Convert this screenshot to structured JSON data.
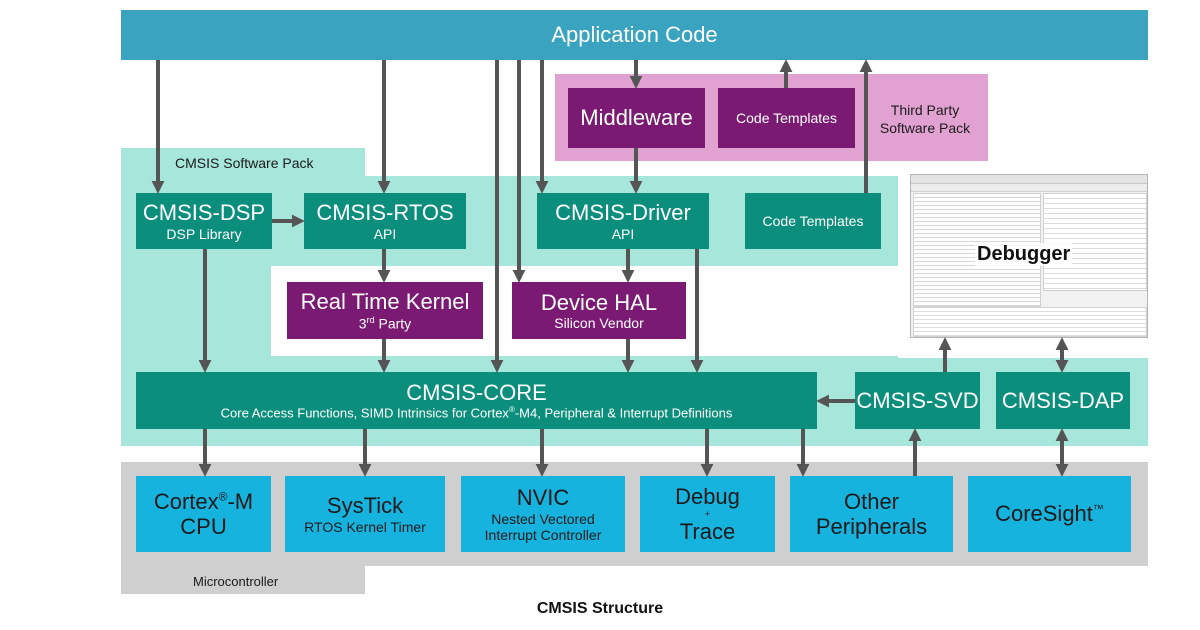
{
  "app_code": "Application Code",
  "third_party": {
    "line1": "Third Party",
    "line2": "Software Pack"
  },
  "cmsis_pack_label": "CMSIS Software Pack",
  "middleware": "Middleware",
  "code_templates_top": "Code Templates",
  "code_templates_pack": "Code Templates",
  "dsp": {
    "title": "CMSIS-DSP",
    "sub": "DSP Library"
  },
  "rtos": {
    "title": "CMSIS-RTOS",
    "sub": "API"
  },
  "driver": {
    "title": "CMSIS-Driver",
    "sub": "API"
  },
  "rtk": {
    "title": "Real Time Kernel",
    "sub_num": "3",
    "sub_sup": "rd",
    "sub_rest": " Party"
  },
  "hal": {
    "title": "Device HAL",
    "sub": "Silicon Vendor"
  },
  "core": {
    "title": "CMSIS-CORE",
    "sub_a": "Core Access Functions, SIMD Intrinsics for Cortex",
    "sub_reg": "®",
    "sub_b": "-M4, Peripheral & Interrupt Definitions"
  },
  "svd": "CMSIS-SVD",
  "dap": "CMSIS-DAP",
  "debugger": "Debugger",
  "mcu_label": "Microcontroller",
  "cpu": {
    "l1a": "Cortex",
    "l1reg": "®",
    "l1b": "-M",
    "l2": "CPU"
  },
  "systick": {
    "title": "SysTick",
    "sub": "RTOS Kernel Timer"
  },
  "nvic": {
    "title": "NVIC",
    "sub1": "Nested Vectored",
    "sub2": "Interrupt Controller"
  },
  "debug": {
    "l1": "Debug",
    "plus": "+",
    "l2": "Trace"
  },
  "other": {
    "l1": "Other",
    "l2": "Peripherals"
  },
  "coresight": {
    "name": "CoreSight",
    "tm": "™"
  },
  "caption": "CMSIS Structure",
  "colors": {
    "app_bar": "#3aa3bf",
    "teal_block": "#0b8f7c",
    "purple_block": "#7b1a73",
    "pack_bg": "#a7e6da",
    "third_party_bg": "#e2a2d1",
    "mcu_bg": "#cfcfcf",
    "hw_block": "#17b3df",
    "arrow": "#555555"
  }
}
